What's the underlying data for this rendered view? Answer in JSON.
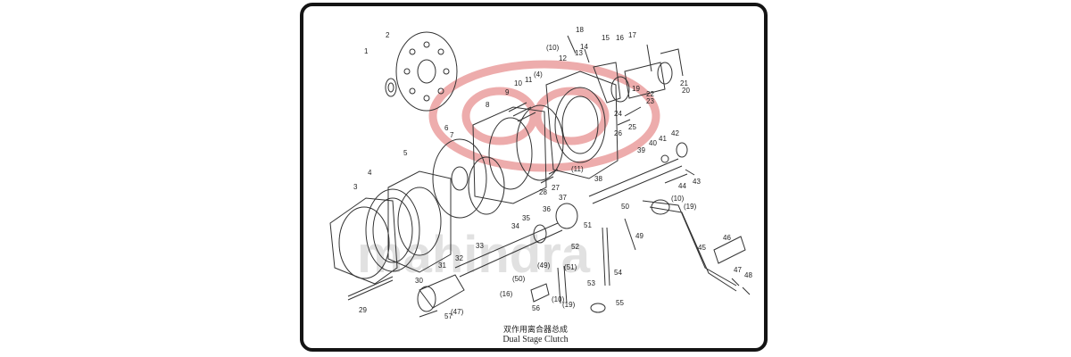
{
  "diagram": {
    "caption_cn": "双作用离合器总成",
    "caption_en": "Dual Stage Clutch",
    "watermark_text": "mahindra",
    "colors": {
      "frame": "#141414",
      "line": "#333333",
      "logo": "#e06a6a",
      "watermark": "#c9c9c9"
    },
    "part_labels": [
      "1",
      "2",
      "3",
      "4",
      "5",
      "6",
      "7",
      "8",
      "9",
      "10",
      "11",
      "(4)",
      "12",
      "13",
      "(10)",
      "14",
      "15",
      "16",
      "17",
      "18",
      "19",
      "20",
      "21",
      "22",
      "23",
      "24",
      "25",
      "26",
      "27",
      "28",
      "(11)",
      "29",
      "30",
      "31",
      "32",
      "33",
      "34",
      "35",
      "36",
      "37",
      "38",
      "39",
      "40",
      "41",
      "42",
      "43",
      "44",
      "(10)",
      "(19)",
      "45",
      "46",
      "47",
      "48",
      "49",
      "50",
      "51",
      "52",
      "53",
      "54",
      "55",
      "56",
      "57",
      "(16)",
      "(47)",
      "(50)",
      "(49)",
      "(51)",
      "(19)",
      "(10)"
    ]
  }
}
